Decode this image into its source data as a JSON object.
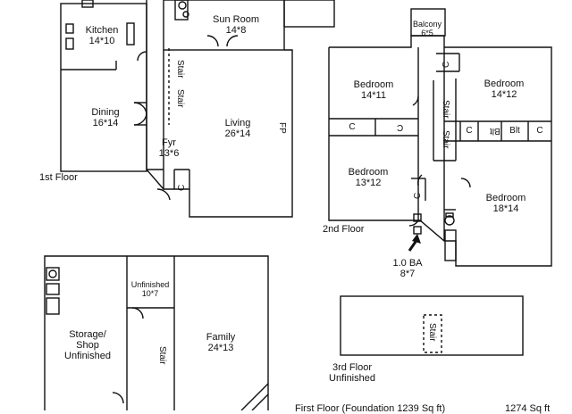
{
  "floor1": {
    "title": "1st Floor",
    "kitchen": {
      "name": "Kitchen",
      "size": "14*10"
    },
    "dining": {
      "name": "Dining",
      "size": "16*14"
    },
    "sunroom": {
      "name": "Sun Room",
      "size": "14*8"
    },
    "living": {
      "name": "Living",
      "size": "26*14"
    },
    "foyer": {
      "name": "Fyr",
      "size": "13*6"
    },
    "stair_a": "Stair",
    "stair_b": "Stair",
    "fp": "FP",
    "closet": "C"
  },
  "floor2": {
    "title": "2nd Floor",
    "balcony": {
      "name": "Balcony",
      "size": "6*5"
    },
    "bedroom_nw": {
      "name": "Bedroom",
      "size": "14*11"
    },
    "bedroom_ne": {
      "name": "Bedroom",
      "size": "14*12"
    },
    "bedroom_sw": {
      "name": "Bedroom",
      "size": "13*12"
    },
    "bedroom_se": {
      "name": "Bedroom",
      "size": "18*14"
    },
    "bath": {
      "name": "1.0 BA",
      "size": "8*7"
    },
    "stair_a": "Stair",
    "stair_b": "Stair",
    "closets": [
      "C",
      "C",
      "C",
      "C",
      "C",
      "C"
    ],
    "built_ins": [
      "Blt",
      "Blt"
    ]
  },
  "basement": {
    "storage": {
      "line1": "Storage/",
      "line2": "Shop",
      "line3": "Unfinished"
    },
    "unfinished": {
      "name": "Unfinished",
      "size": "10*7"
    },
    "family": {
      "name": "Family",
      "size": "24*13"
    },
    "stair": "Stair"
  },
  "floor3": {
    "title": "3rd Floor",
    "subtitle": "Unfinished",
    "stair": "Stair"
  },
  "footer": {
    "first_floor": "First Floor (Foundation 1239 Sq ft)",
    "total": "1274 Sq ft"
  }
}
